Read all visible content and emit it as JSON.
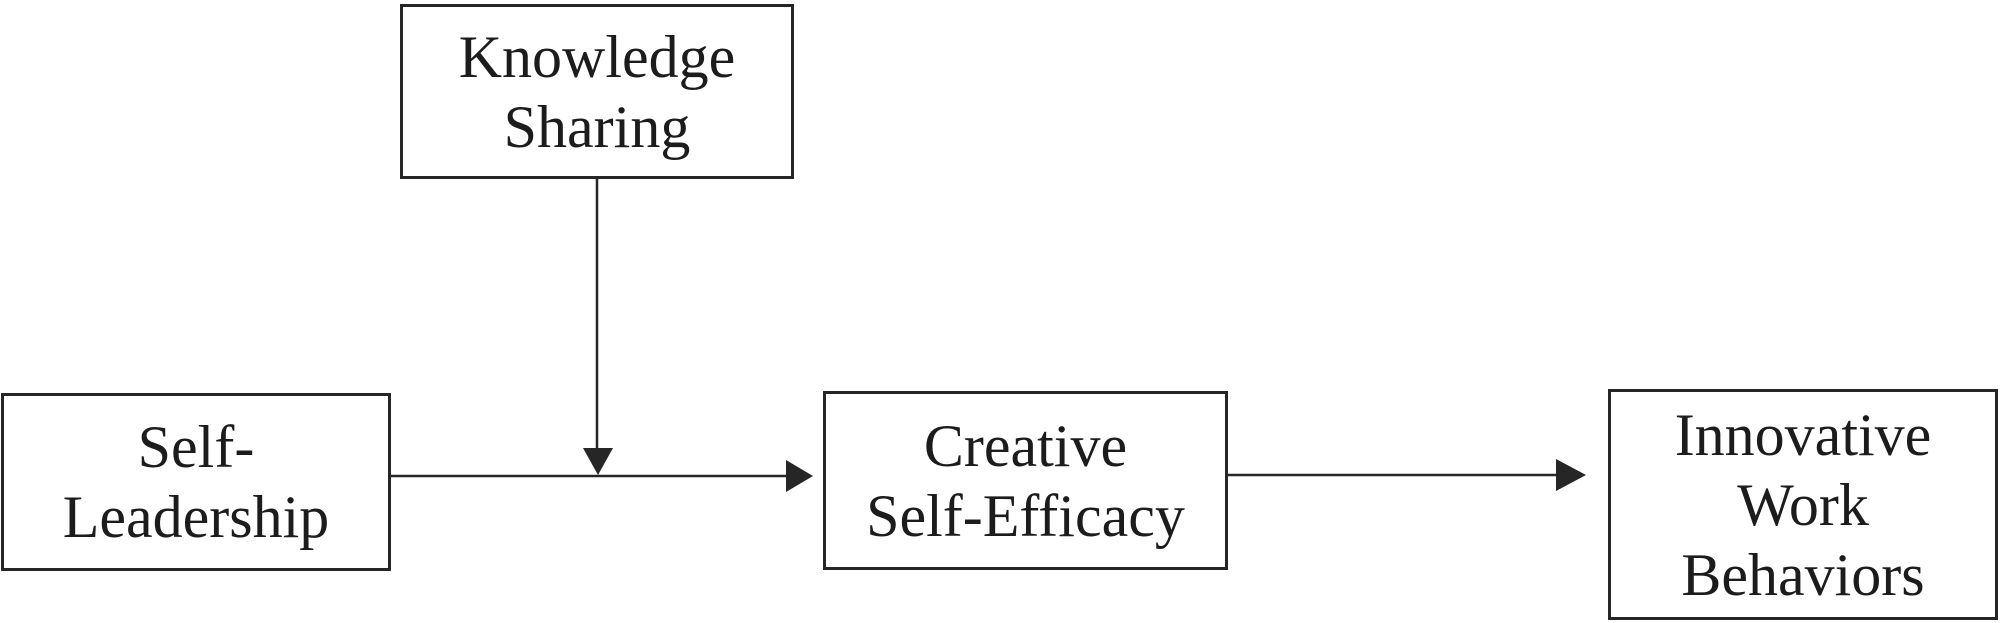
{
  "diagram": {
    "type": "conceptual-model",
    "background_color": "#ffffff",
    "line_color": "#262626",
    "text_color": "#1c1c1c",
    "nodes": {
      "knowledge_sharing": {
        "line1": "Knowledge",
        "line2": "Sharing"
      },
      "self_leadership": {
        "line1": "Self-",
        "line2": "Leadership"
      },
      "creative_self_efficacy": {
        "line1": "Creative",
        "line2": "Self-Efficacy"
      },
      "innovative_work_behaviors": {
        "line1": "Innovative",
        "line2": "Work",
        "line3": "Behaviors"
      }
    },
    "edges": [
      {
        "from": "Self-Leadership",
        "to": "Creative Self-Efficacy",
        "style": "direct-arrow"
      },
      {
        "from": "Knowledge Sharing",
        "to": "path: Self-Leadership to Creative Self-Efficacy",
        "style": "moderation-arrow"
      },
      {
        "from": "Creative Self-Efficacy",
        "to": "Innovative Work Behaviors",
        "style": "direct-arrow"
      }
    ]
  }
}
